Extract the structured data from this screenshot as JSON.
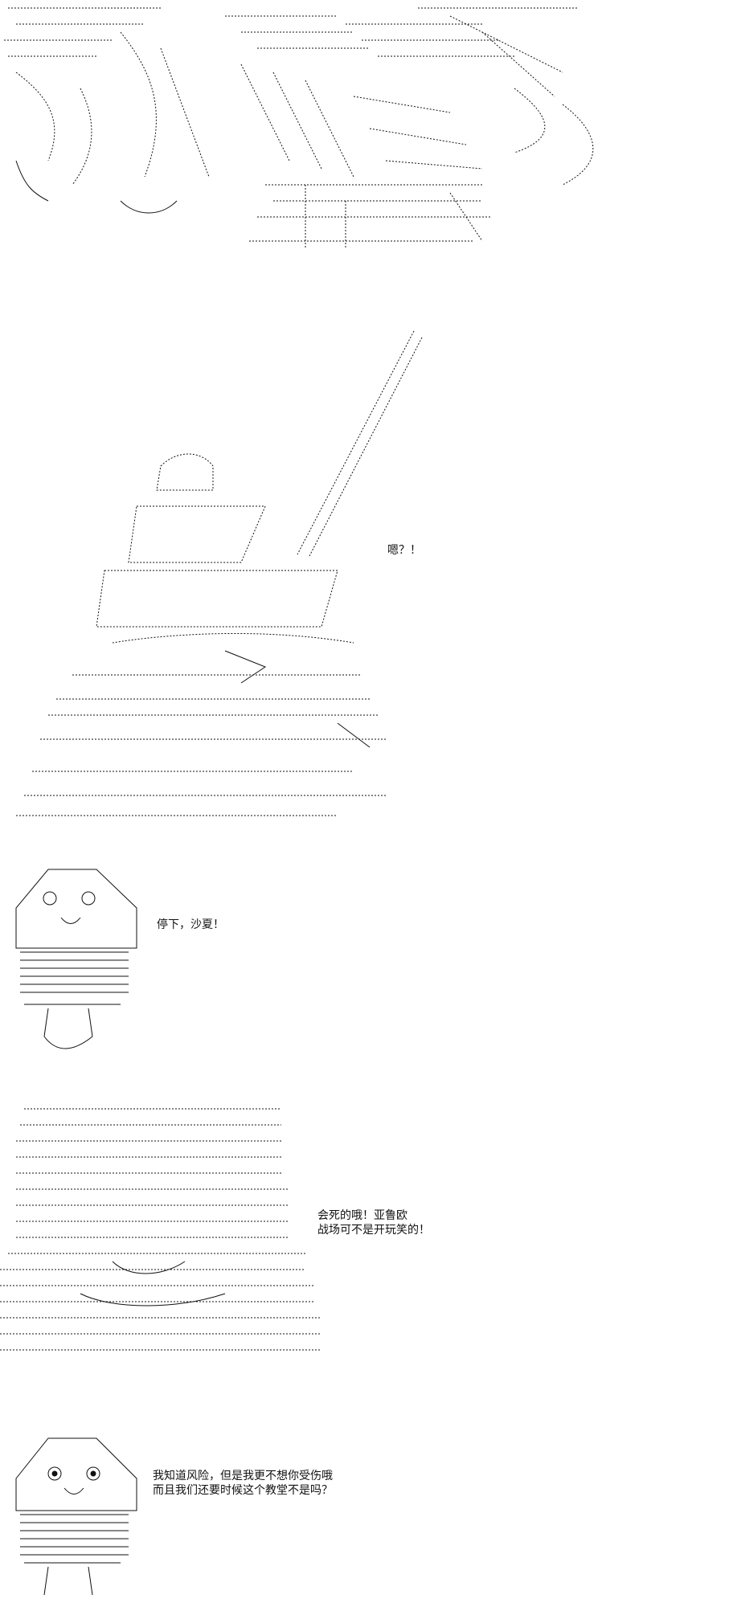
{
  "panels": {
    "sword": {
      "caption": "嗯？！"
    },
    "face1": {
      "caption": "停下，沙夏！"
    },
    "armor": {
      "caption_line1": "会死的哦！亚鲁欧",
      "caption_line2": "战场可不是开玩笑的！"
    },
    "face2": {
      "caption_line1": "我知道风险，但是我更不想你受伤哦",
      "caption_line2": "而且我们还要时候这个教堂不是吗？"
    }
  },
  "colors": {
    "ink": "#111111",
    "paper": "#ffffff"
  }
}
